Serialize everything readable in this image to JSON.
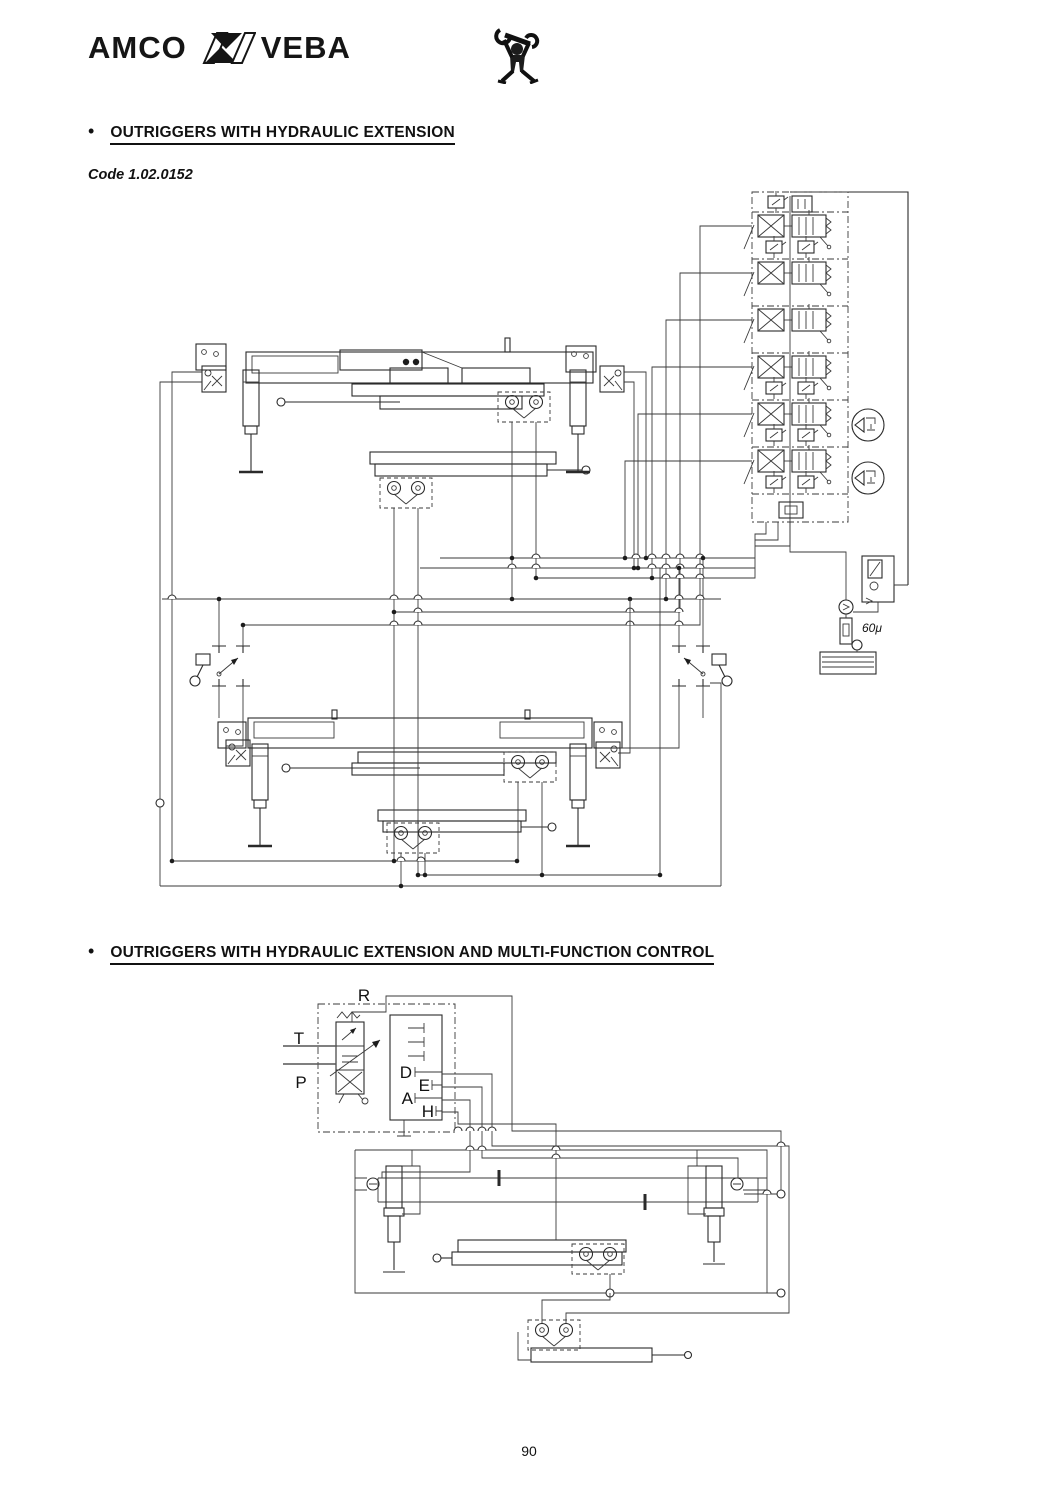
{
  "header": {
    "logo_left": "AMCO",
    "logo_right": "VEBA"
  },
  "section1": {
    "bullet": "•",
    "title": "OUTRIGGERS WITH HYDRAULIC EXTENSION",
    "code": "Code 1.02.0152"
  },
  "section2": {
    "bullet": "•",
    "title": "OUTRIGGERS WITH HYDRAULIC EXTENSION AND MULTI-FUNCTION CONTROL"
  },
  "diagram1": {
    "filter_label": "60μ"
  },
  "diagram2": {
    "ports": {
      "r": "R",
      "t": "T",
      "p": "P",
      "d": "D",
      "e": "E",
      "a": "A",
      "h": "H"
    }
  },
  "footer": {
    "page_number": "90"
  }
}
